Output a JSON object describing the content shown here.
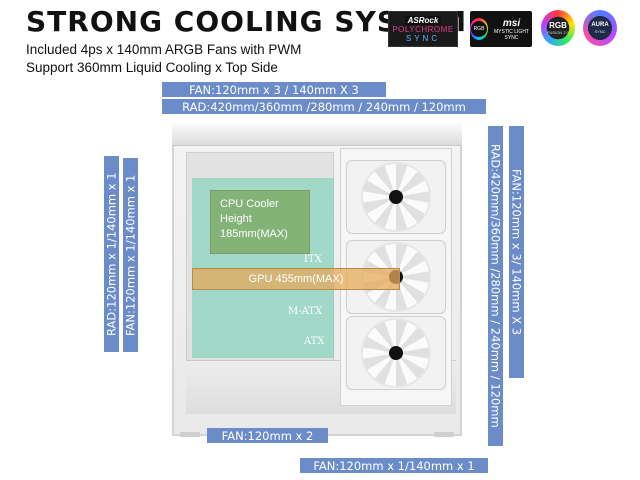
{
  "header": {
    "title": "STRONG COOLING SYSTEM",
    "line1": "Included 4ps x 140mm ARGB Fans with PWM",
    "line2": "Support 360mm Liquid Cooling x Top Side"
  },
  "logos": {
    "asrock": {
      "brand": "ASRock",
      "line1": "POLYCHROME",
      "line2": "SYNC"
    },
    "msi": {
      "brand": "msi",
      "line": "MYSTIC LIGHT SYNC",
      "ring": "RGB"
    },
    "rgb_fusion": {
      "line1": "RGB",
      "line2": "FUSION 2.0"
    },
    "aura": {
      "line1": "AURA",
      "line2": "SYNC"
    }
  },
  "labels": {
    "top_fan": "FAN:120mm x 3 / 140mm X 3",
    "top_rad": "RAD:420mm/360mm /280mm / 240mm / 120mm",
    "left_fan": "FAN:120mm x 1/140mm x 1",
    "left_rad": "RAD:120mm x 1/140mm x 1",
    "right_rad": "RAD:420mm/360mm /280mm / 240mm / 120mm",
    "right_fan": "FAN:120mm x 3/ 140mm X 3",
    "bottom_fan": "FAN:120mm x 2",
    "bottom_fan2": "FAN:120mm x 1/140mm x 1"
  },
  "overlay": {
    "cpu_line1": "CPU Cooler",
    "cpu_line2": "Height",
    "cpu_line3": "185mm(MAX)",
    "gpu": "GPU 455mm(MAX)",
    "itx": "ITX",
    "matx": "M-ATX",
    "atx": "ATX"
  },
  "colors": {
    "label_bar": "#6b8cc9",
    "cpu_zone": "#52cca8",
    "gpu_bar": "#e6aa5a"
  }
}
